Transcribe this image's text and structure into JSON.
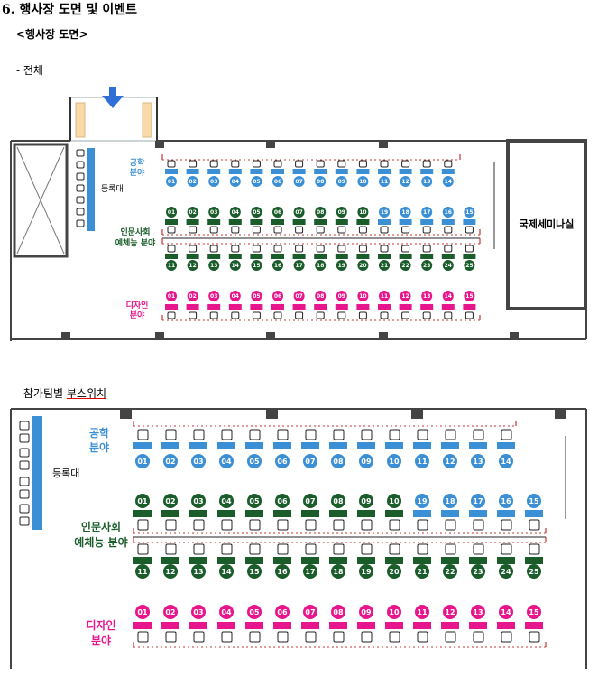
{
  "heading": "6. 행사장 도면 및 이벤트",
  "subheading": "<행사장 도면>",
  "sections": {
    "overview": "- 전체",
    "booth_prefix": "- 참가팀별 ",
    "booth_underlined": "부스위치"
  },
  "labels": {
    "engineering": [
      "공학",
      "분야"
    ],
    "humanities": [
      "인문사회",
      "예체능 분야"
    ],
    "design": [
      "디자인",
      "분야"
    ],
    "registration": "등록대",
    "seminar_room": "국제세미나실"
  },
  "booths": {
    "engineering": [
      "01",
      "02",
      "03",
      "04",
      "05",
      "06",
      "07",
      "08",
      "09",
      "10",
      "11",
      "12",
      "13",
      "14"
    ],
    "humanities_top": [
      "01",
      "02",
      "03",
      "04",
      "05",
      "06",
      "07",
      "08",
      "09",
      "10",
      "19",
      "18",
      "17",
      "16",
      "15"
    ],
    "humanities_bottom": [
      "11",
      "12",
      "13",
      "14",
      "15",
      "16",
      "17",
      "18",
      "19",
      "20",
      "21",
      "22",
      "23",
      "24",
      "25"
    ],
    "design": [
      "01",
      "02",
      "03",
      "04",
      "05",
      "06",
      "07",
      "08",
      "09",
      "10",
      "11",
      "12",
      "13",
      "14",
      "15"
    ]
  },
  "colors": {
    "engineering": "#3b8fd4",
    "humanities": "#1a5c2a",
    "design": "#e8168c",
    "arrow": "#2f6fd6",
    "pillar": "#404040",
    "entrance": "#f8d9a8"
  }
}
